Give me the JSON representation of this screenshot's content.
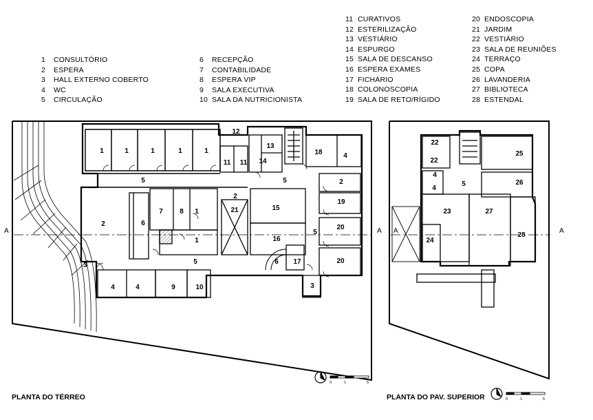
{
  "legend_columns": [
    [
      {
        "num": "1",
        "label": "CONSULTÓRIO"
      },
      {
        "num": "2",
        "label": "ESPERA"
      },
      {
        "num": "3",
        "label": "HALL EXTERNO COBERTO"
      },
      {
        "num": "4",
        "label": "WC"
      },
      {
        "num": "5",
        "label": "CIRCULAÇÃO"
      }
    ],
    [
      {
        "num": "6",
        "label": "RECEPÇÃO"
      },
      {
        "num": "7",
        "label": "CONTABILIDADE"
      },
      {
        "num": "8",
        "label": "ESPERA VIP"
      },
      {
        "num": "9",
        "label": "SALA EXECUTIVA"
      },
      {
        "num": "10",
        "label": "SALA DA NUTRICIONISTA"
      }
    ],
    [
      {
        "num": "11",
        "label": "CURATIVOS"
      },
      {
        "num": "12",
        "label": "ESTERILIZAÇÃO"
      },
      {
        "num": "13",
        "label": "VESTIÁRIO"
      },
      {
        "num": "14",
        "label": "ESPURGO"
      },
      {
        "num": "15",
        "label": "SALA DE DESCANSO"
      },
      {
        "num": "16",
        "label": "ESPERA EXAMES"
      },
      {
        "num": "17",
        "label": "FICHÁRIO"
      },
      {
        "num": "18",
        "label": "COLONOSCOPIA"
      },
      {
        "num": "19",
        "label": "SALA DE RETO/RÍGIDO"
      }
    ],
    [
      {
        "num": "20",
        "label": "ENDOSCOPIA"
      },
      {
        "num": "21",
        "label": "JARDIM"
      },
      {
        "num": "22",
        "label": "VESTIÁRIO"
      },
      {
        "num": "23",
        "label": "SALA DE REUNIÕES"
      },
      {
        "num": "24",
        "label": "TERRAÇO"
      },
      {
        "num": "25",
        "label": "COPA"
      },
      {
        "num": "26",
        "label": "LAVANDERIA"
      },
      {
        "num": "27",
        "label": "BIBLIOTECA"
      },
      {
        "num": "28",
        "label": "ESTENDAL"
      }
    ]
  ],
  "titles": {
    "ground": "PLANTA DO TÉRREO",
    "upper": "PLANTA DO PAV. SUPERIOR"
  },
  "section_marker": "A",
  "scale_labels": [
    "0",
    "1",
    "5"
  ],
  "ground_room_labels": [
    "1",
    "1",
    "1",
    "1",
    "1",
    "2",
    "5",
    "5",
    "12",
    "11",
    "11",
    "13",
    "14",
    "18",
    "4",
    "2",
    "19",
    "21",
    "15",
    "7",
    "8",
    "1",
    "6",
    "2",
    "1",
    "5",
    "16",
    "20",
    "20",
    "6",
    "17",
    "5",
    "3",
    "4",
    "4",
    "9",
    "10",
    "3"
  ],
  "upper_room_labels": [
    "22",
    "22",
    "4",
    "4",
    "25",
    "5",
    "26",
    "23",
    "27",
    "28",
    "24"
  ]
}
